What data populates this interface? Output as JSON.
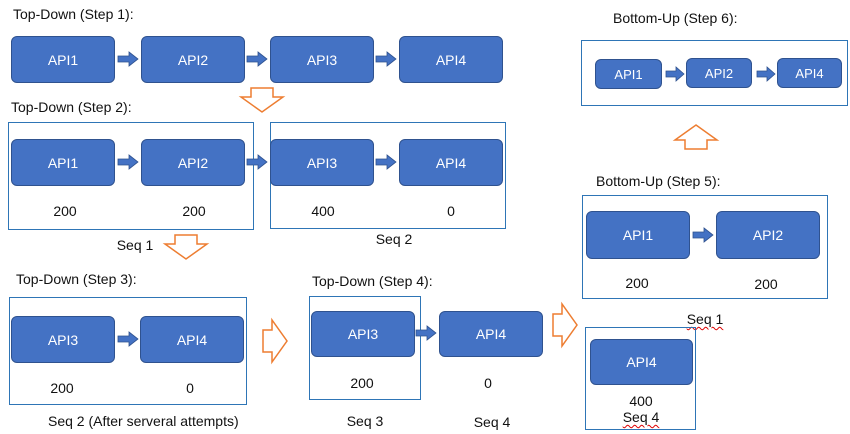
{
  "colors": {
    "api_fill": "#4472c4",
    "api_border": "#2f528f",
    "frame": "#2e75b6",
    "hollow_arrow": "#ed7d31"
  },
  "steps": {
    "step1": {
      "title": "Top-Down (Step 1):",
      "apis": [
        "API1",
        "API2",
        "API3",
        "API4"
      ]
    },
    "step2": {
      "title": "Top-Down (Step 2):",
      "apis": [
        "API1",
        "API2",
        "API3",
        "API4"
      ],
      "values": [
        "200",
        "200",
        "400",
        "0"
      ],
      "seq_left": "Seq 1",
      "seq_right": "Seq 2"
    },
    "step3": {
      "title": "Top-Down (Step 3):",
      "apis": [
        "API3",
        "API4"
      ],
      "values": [
        "200",
        "0"
      ],
      "seq": "Seq 2 (After serveral attempts)"
    },
    "step4": {
      "title": "Top-Down (Step 4):",
      "apis": [
        "API3",
        "API4"
      ],
      "values": [
        "200",
        "0"
      ],
      "seq_left": "Seq 3",
      "seq_right": "Seq 4"
    },
    "step5": {
      "title": "Bottom-Up (Step 5):",
      "apis": [
        "API1",
        "API2"
      ],
      "values": [
        "200",
        "200"
      ],
      "seq": "Seq 1",
      "api_single": "API4",
      "value_single": "400",
      "seq_single": "Seq 4"
    },
    "step6": {
      "title": "Bottom-Up (Step 6):",
      "apis": [
        "API1",
        "API2",
        "API4"
      ]
    }
  }
}
